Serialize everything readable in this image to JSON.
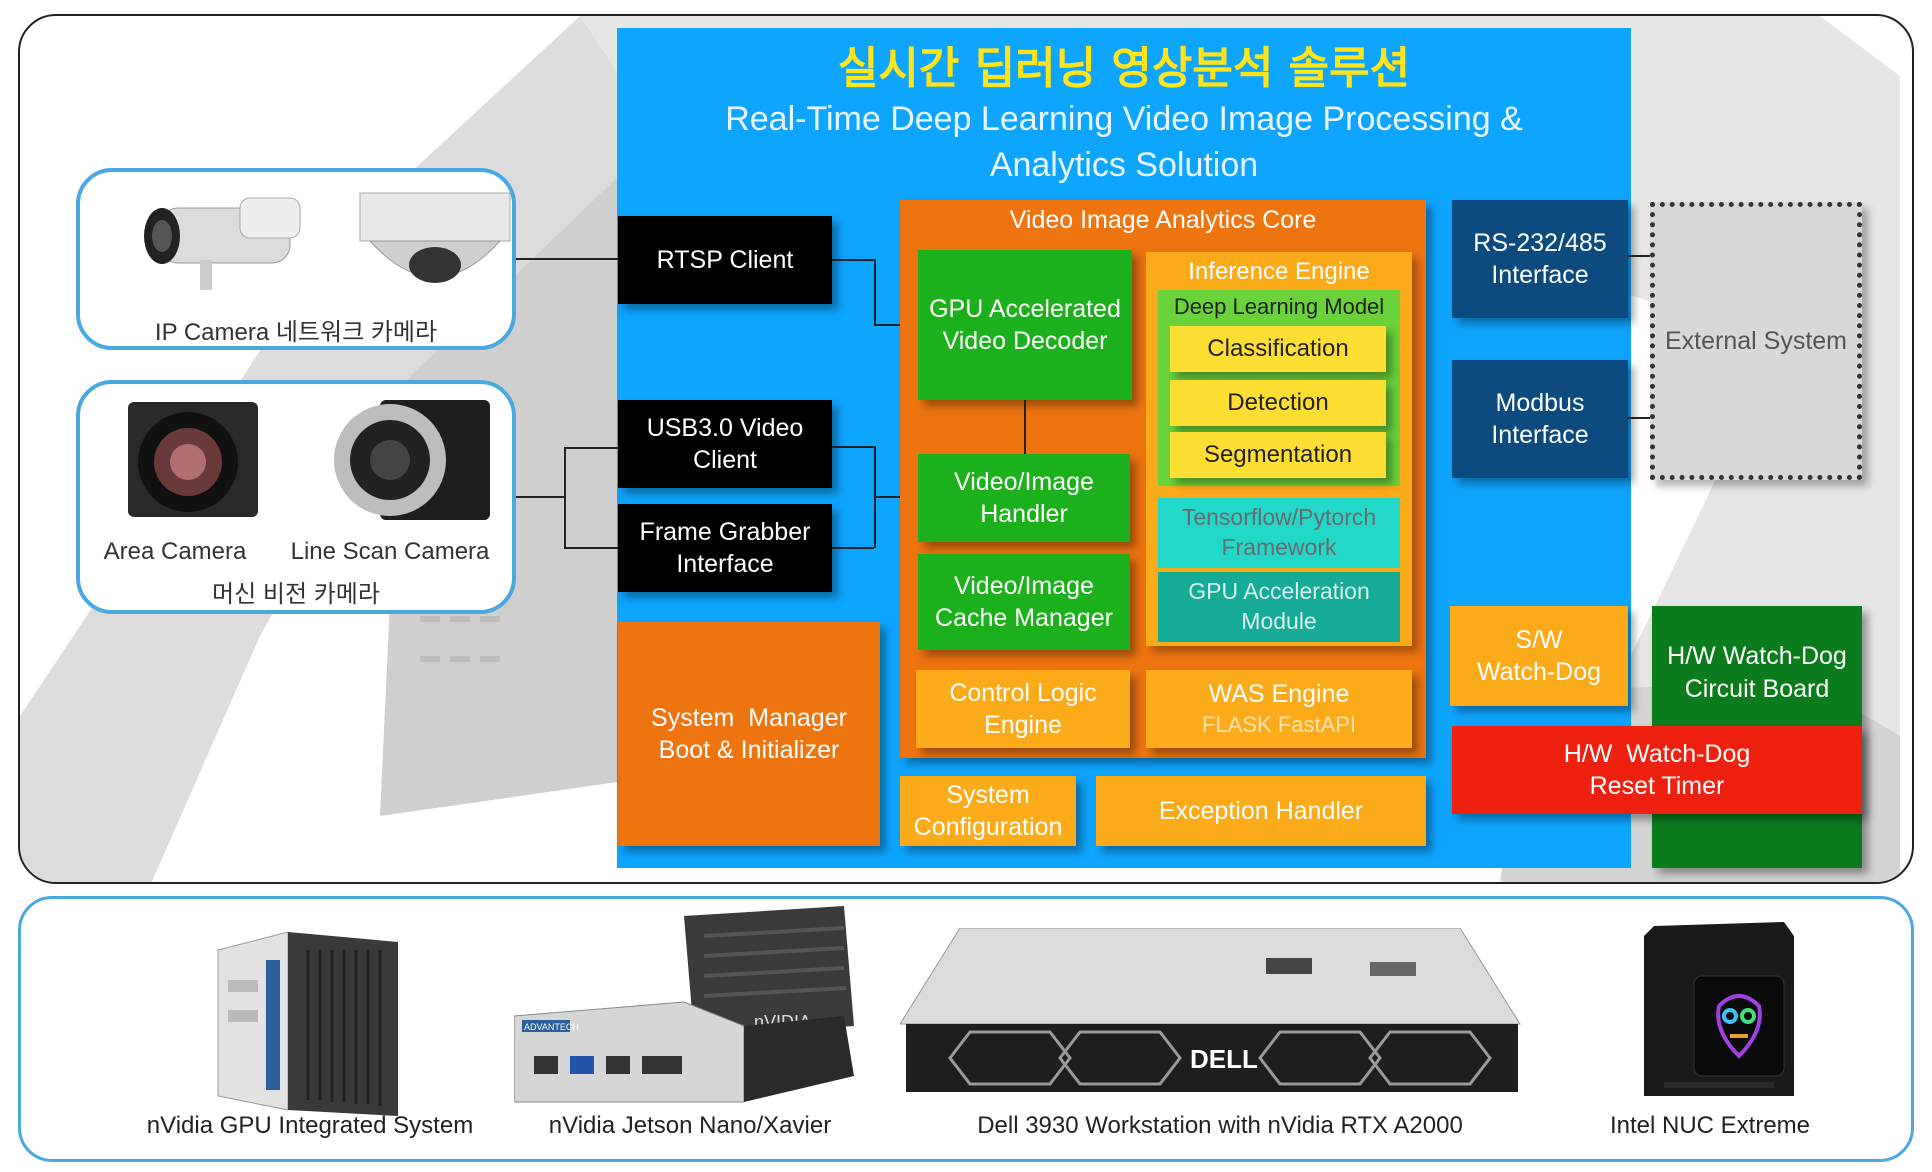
{
  "title": {
    "korean": "실시간 딥러닝 영상분석 솔루션",
    "english_line1": "Real-Time Deep Learning Video Image Processing &",
    "english_line2": "Analytics Solution"
  },
  "cameras": {
    "ip_label": "IP Camera 네트워크 카메라",
    "area_label": "Area Camera",
    "linescan_label": "Line Scan Camera",
    "machine_vision_label": "머신 비전 카메라"
  },
  "inputs": {
    "rtsp": "RTSP Client",
    "usb_line1": "USB3.0 Video",
    "usb_line2": "Client",
    "fg_line1": "Frame Grabber",
    "fg_line2": "Interface"
  },
  "system_manager": {
    "line1": "System  Manager",
    "line2": "Boot & Initializer"
  },
  "core": {
    "title": "Video Image Analytics Core",
    "decoder_line1": "GPU Accelerated",
    "decoder_line2": "Video Decoder",
    "handler_line1": "Video/Image",
    "handler_line2": "Handler",
    "cache_line1": "Video/Image",
    "cache_line2": "Cache Manager",
    "inference_title": "Inference Engine",
    "dl_model": "Deep Learning Model",
    "classification": "Classification",
    "detection": "Detection",
    "segmentation": "Segmentation",
    "framework_line1": "Tensorflow/Pytorch",
    "framework_line2": "Framework",
    "gpu_accel_line1": "GPU Acceleration",
    "gpu_accel_line2": "Module",
    "control_line1": "Control Logic",
    "control_line2": "Engine",
    "was_line1": "WAS Engine",
    "was_line2": "FLASK FastAPI"
  },
  "bottom_blocks": {
    "sysconf_line1": "System",
    "sysconf_line2": "Configuration",
    "exception": "Exception Handler"
  },
  "interfaces": {
    "rs_line1": "RS-232/485",
    "rs_line2": "Interface",
    "modbus_line1": "Modbus",
    "modbus_line2": "Interface",
    "external": "External System"
  },
  "watchdog": {
    "sw_line1": "S/W",
    "sw_line2": "Watch-Dog",
    "hw_board_line1": "H/W Watch-Dog",
    "hw_board_line2": "Circuit Board",
    "hw_timer_line1": "H/W  Watch-Dog",
    "hw_timer_line2": "Reset Timer"
  },
  "hardware": {
    "gpu_system": "nVidia GPU Integrated System",
    "jetson": "nVidia Jetson Nano/Xavier",
    "dell": "Dell 3930 Workstation with nVidia RTX A2000",
    "nuc": "Intel NUC Extreme",
    "dell_logo": "DELL",
    "advantech_logo": "ADVANTECH",
    "nvidia_logo": "nVIDIA"
  },
  "colors": {
    "main_blue": "#0ea5ff",
    "title_yellow": "#ffe41a",
    "orange": "#ee7410",
    "green": "#1cb01c",
    "navy": "#0d4a7e",
    "red": "#ee2010"
  }
}
